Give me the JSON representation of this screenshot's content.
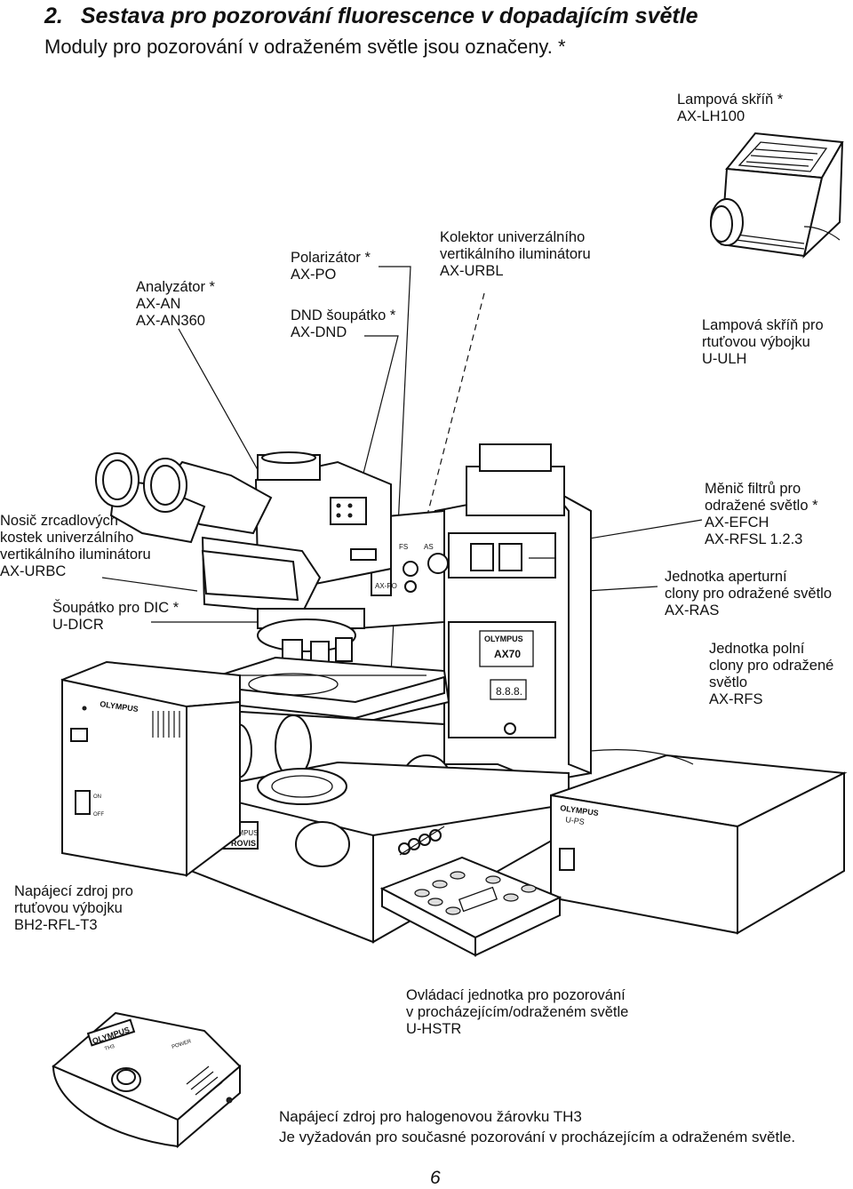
{
  "heading": {
    "number": "2.",
    "title": "Sestava pro pozorování fluorescence v dopadajícím světle"
  },
  "subheading": "Moduly pro pozorování v odraženém světle jsou označeny. *",
  "labels": {
    "lamp_housing": [
      "Lampová skříň *",
      "AX-LH100"
    ],
    "analyzer": [
      "Analyzátor *",
      "AX-AN",
      "AX-AN360"
    ],
    "polarizer": [
      "Polarizátor *",
      "AX-PO"
    ],
    "dnd_slider": [
      "DND šoupátko *",
      "AX-DND"
    ],
    "collector": [
      "Kolektor univerzálního",
      "vertikálního iluminátoru",
      "AX-URBL"
    ],
    "mercury_lamp": [
      "Lampová skříň pro",
      "rtuťovou výbojku",
      "U-ULH"
    ],
    "mirror_cube": [
      "Nosič zrcadlových",
      "kostek univerzálního",
      "vertikálního iluminátoru",
      "AX-URBC"
    ],
    "dic_slider": [
      "Šoupátko pro DIC *",
      "U-DICR"
    ],
    "filter_changer": [
      "Měnič filtrů pro",
      "odražené světlo *",
      "AX-EFCH",
      "AX-RFSL 1.2.3"
    ],
    "aperture_unit": [
      "Jednotka aperturní",
      "clony pro odražené světlo",
      "AX-RAS"
    ],
    "field_unit": [
      "Jednotka polní",
      "clony pro odražené",
      "světlo",
      "AX-RFS"
    ],
    "mercury_power": [
      "Napájecí zdroj pro",
      "rtuťovou výbojku",
      "BH2-RFL-T3"
    ],
    "control_unit": [
      "Ovládací jednotka pro pozorování",
      "v procházejícím/odraženém světle",
      "U-HSTR"
    ]
  },
  "footnote": {
    "line1": "Napájecí zdroj pro halogenovou žárovku TH3",
    "line2": "Je vyžadován pro současné pozorování v procházejícím a odraženém světle."
  },
  "device_marks": {
    "brand": "OLYMPUS",
    "model": "AX70",
    "base": "PROVIS",
    "psu_model": "U-PS",
    "th3_model": "TH3",
    "th3_power": "POWER",
    "switch_on": "ON",
    "switch_off": "OFF",
    "display": "8.8.8."
  },
  "page_number": "6"
}
